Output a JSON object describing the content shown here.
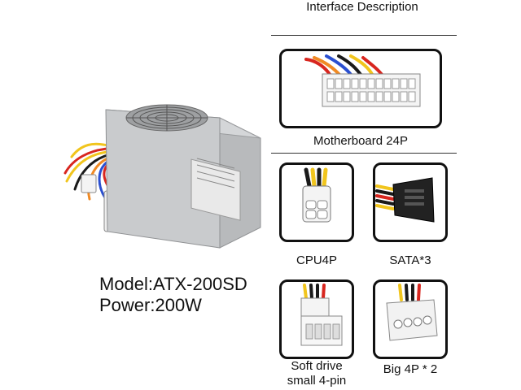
{
  "header": {
    "title": "Interface Description"
  },
  "product": {
    "model": "Model:ATX-200SD",
    "power": "Power:200W"
  },
  "connectors": [
    {
      "label": "Motherboard 24P",
      "icon": "motherboard-24p-connector"
    },
    {
      "label": "CPU4P",
      "icon": "cpu-4p-connector"
    },
    {
      "label": "SATA*3",
      "icon": "sata-connector"
    },
    {
      "label": "Soft drive",
      "label2": "small 4-pin",
      "icon": "floppy-4pin-connector"
    },
    {
      "label": "Big 4P * 2",
      "icon": "molex-4p-connector"
    }
  ],
  "colors": {
    "psu_body": "#c9cbcd",
    "wire_red": "#d8261f",
    "wire_yellow": "#f1c51d",
    "wire_black": "#1a1a1a",
    "wire_orange": "#f08a24",
    "connector_white": "#f4f4f4"
  }
}
